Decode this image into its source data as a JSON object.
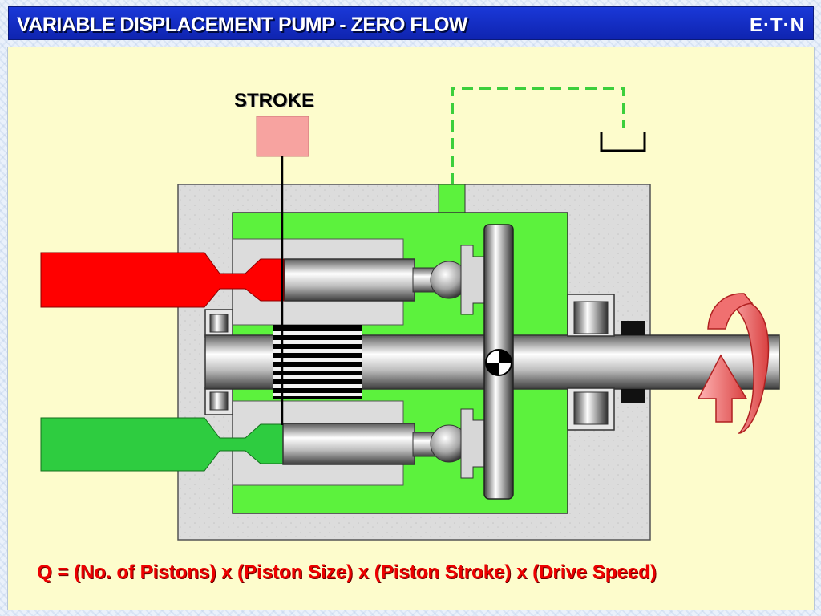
{
  "slide": {
    "title": "VARIABLE DISPLACEMENT PUMP - ZERO FLOW",
    "logo": "E·T·N"
  },
  "diagram": {
    "stroke_label": "STROKE",
    "formula": "Q = (No. of Pistons) x (Piston Size) x (Piston Stroke) x (Drive Speed)"
  },
  "colors": {
    "title_bar": "#1329c8",
    "background": "#fdfccc",
    "pressure_line": "#ff0000",
    "suction_line": "#2ecc40",
    "case_fill": "#5cf23d",
    "housing": "#dedede",
    "stroke_block": "#f7a3a0",
    "drain_line": "#3ccf3c",
    "formula_text": "#ee0000"
  },
  "icons": [
    "rotation-arrow-icon",
    "center-mark-icon",
    "logo-icon"
  ]
}
